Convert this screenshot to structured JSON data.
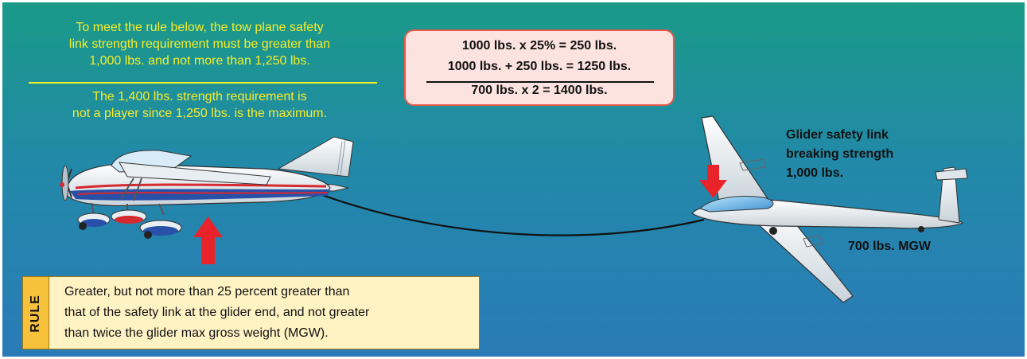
{
  "notes": {
    "top": [
      "To meet the rule below, the tow plane safety",
      "link strength requirement must be greater than",
      "1,000 lbs. and not more than 1,250 lbs."
    ],
    "bottom": [
      "The 1,400 lbs. strength requirement is",
      "not a player since 1,250 lbs. is the maximum."
    ]
  },
  "calculation": {
    "line1": "1000 lbs. x 25% = 250 lbs.",
    "line2": "1000 lbs. + 250 lbs. = 1250 lbs.",
    "line3": "700 lbs. x 2 = 1400 lbs."
  },
  "glider": {
    "link_label": [
      "Glider safety link",
      "breaking strength",
      "1,000 lbs."
    ],
    "weight_label": "700 lbs. MGW"
  },
  "rule": {
    "tag": "RULE",
    "text": [
      "Greater, but not more than 25 percent greater than",
      "that of the safety link at the glider end, and not greater",
      "than twice the glider max gross weight (MGW)."
    ]
  },
  "colors": {
    "background_top": "#1a9a88",
    "background_bottom": "#2a7bb8",
    "note_text": "#f6ec2a",
    "arrow": "#e8242a",
    "calc_box_fill": "#fde3df",
    "calc_box_border": "#e8574a",
    "rule_box_fill": "#fff3c4",
    "rule_tab_fill": "#f7c13c"
  }
}
